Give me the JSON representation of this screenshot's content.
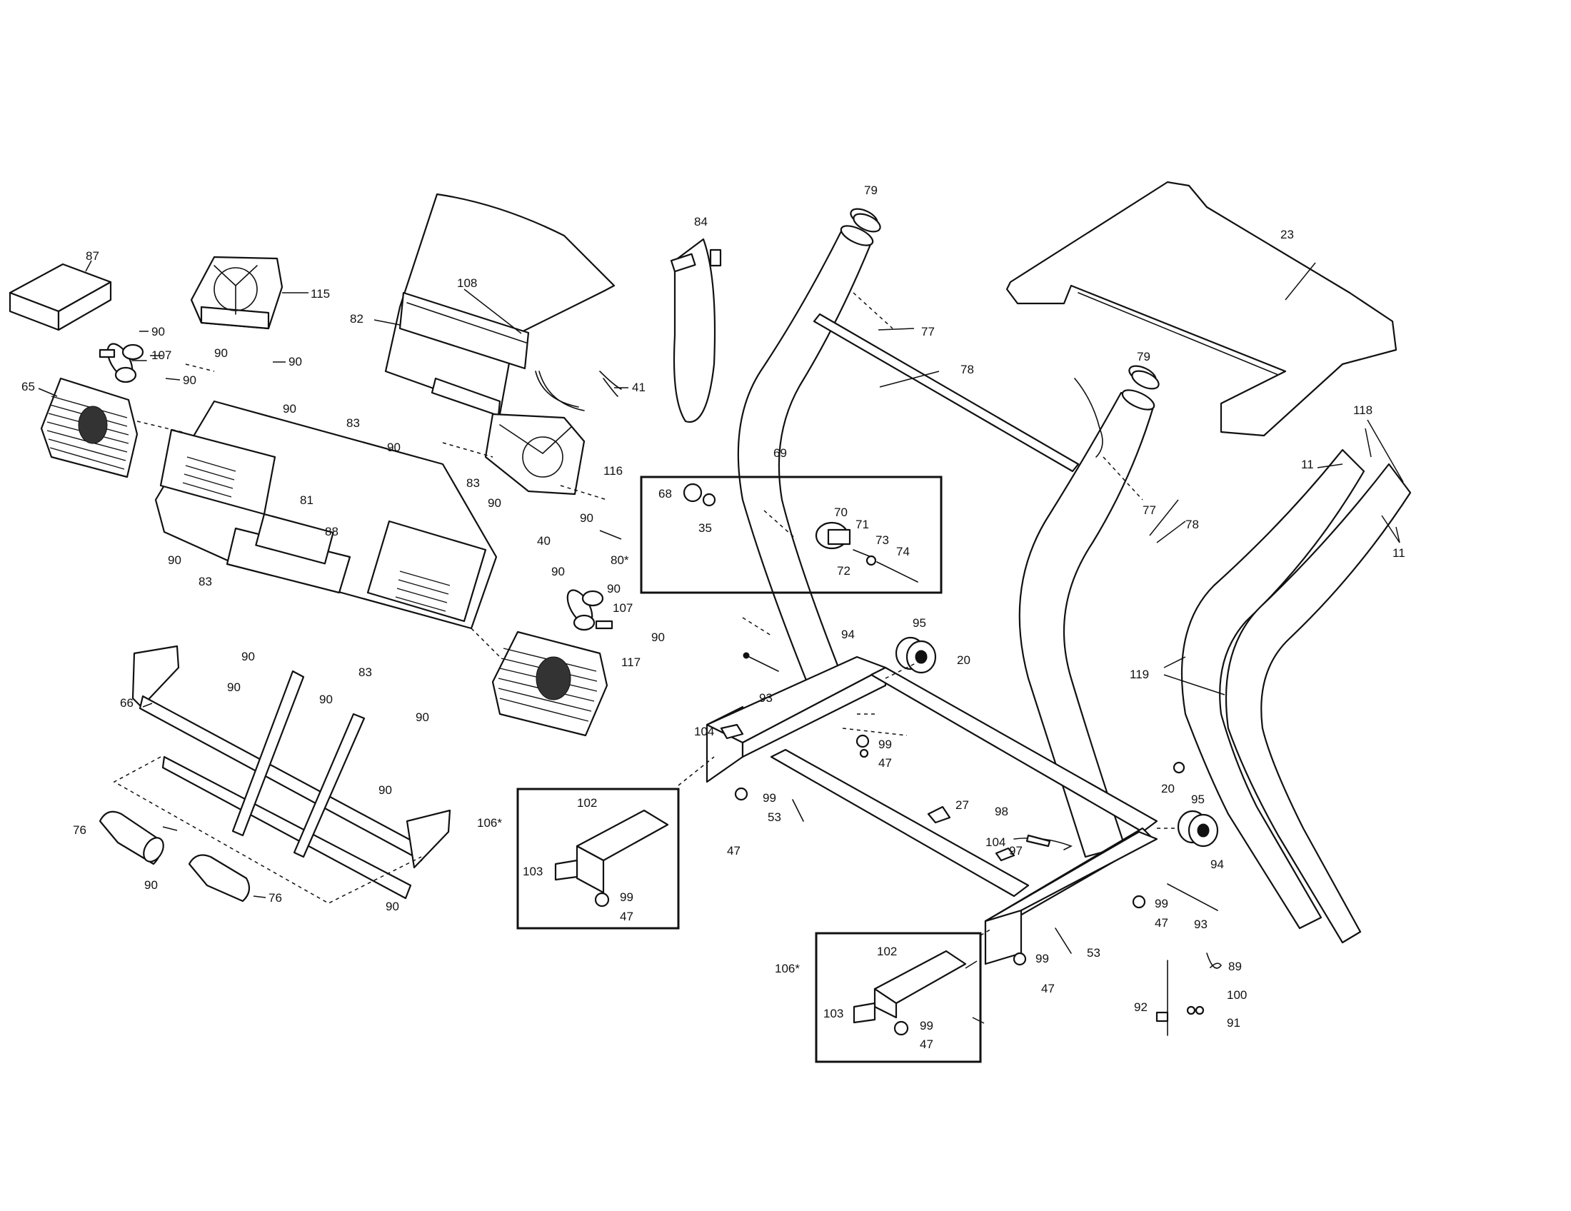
{
  "callouts": [
    {
      "id": "c87",
      "text": "87"
    },
    {
      "id": "c115",
      "text": "115"
    },
    {
      "id": "c90a",
      "text": "90"
    },
    {
      "id": "c107a",
      "text": "107"
    },
    {
      "id": "c90b",
      "text": "90"
    },
    {
      "id": "c90c",
      "text": "90"
    },
    {
      "id": "c90d",
      "text": "90"
    },
    {
      "id": "c65",
      "text": "65"
    },
    {
      "id": "c90e",
      "text": "90"
    },
    {
      "id": "c108",
      "text": "108"
    },
    {
      "id": "c82",
      "text": "82"
    },
    {
      "id": "c41",
      "text": "41"
    },
    {
      "id": "c83a",
      "text": "83"
    },
    {
      "id": "c90f",
      "text": "90"
    },
    {
      "id": "c81",
      "text": "81"
    },
    {
      "id": "c88",
      "text": "88"
    },
    {
      "id": "c83b",
      "text": "83"
    },
    {
      "id": "c116",
      "text": "116"
    },
    {
      "id": "c90g",
      "text": "90"
    },
    {
      "id": "c90h",
      "text": "90"
    },
    {
      "id": "c40",
      "text": "40"
    },
    {
      "id": "c90i",
      "text": "90"
    },
    {
      "id": "c90j",
      "text": "90"
    },
    {
      "id": "c83c",
      "text": "83"
    },
    {
      "id": "c90k",
      "text": "90"
    },
    {
      "id": "c107b",
      "text": "107"
    },
    {
      "id": "c90l",
      "text": "90"
    },
    {
      "id": "c90m",
      "text": "90"
    },
    {
      "id": "c83d",
      "text": "83"
    },
    {
      "id": "c117",
      "text": "117"
    },
    {
      "id": "c90n",
      "text": "90"
    },
    {
      "id": "c66",
      "text": "66"
    },
    {
      "id": "c90o",
      "text": "90"
    },
    {
      "id": "c90p",
      "text": "90"
    },
    {
      "id": "c90q",
      "text": "90"
    },
    {
      "id": "c76a",
      "text": "76"
    },
    {
      "id": "c90r",
      "text": "90"
    },
    {
      "id": "c76b",
      "text": "76"
    },
    {
      "id": "c90s",
      "text": "90"
    },
    {
      "id": "c84",
      "text": "84"
    },
    {
      "id": "c79a",
      "text": "79"
    },
    {
      "id": "c77a",
      "text": "77"
    },
    {
      "id": "c78a",
      "text": "78"
    },
    {
      "id": "c69",
      "text": "69"
    },
    {
      "id": "c79b",
      "text": "79"
    },
    {
      "id": "c77b",
      "text": "77"
    },
    {
      "id": "c78b",
      "text": "78"
    },
    {
      "id": "c23",
      "text": "23"
    },
    {
      "id": "c118",
      "text": "118"
    },
    {
      "id": "c11a",
      "text": "11"
    },
    {
      "id": "c11b",
      "text": "11"
    },
    {
      "id": "c68",
      "text": "68"
    },
    {
      "id": "c35",
      "text": "35"
    },
    {
      "id": "c70",
      "text": "70"
    },
    {
      "id": "c71",
      "text": "71"
    },
    {
      "id": "c73",
      "text": "73"
    },
    {
      "id": "c74",
      "text": "74"
    },
    {
      "id": "c72",
      "text": "72"
    },
    {
      "id": "c80",
      "text": "80*"
    },
    {
      "id": "c94a",
      "text": "94"
    },
    {
      "id": "c95a",
      "text": "95"
    },
    {
      "id": "c20a",
      "text": "20"
    },
    {
      "id": "c93a",
      "text": "93"
    },
    {
      "id": "c104a",
      "text": "104"
    },
    {
      "id": "c99a",
      "text": "99"
    },
    {
      "id": "c47a",
      "text": "47"
    },
    {
      "id": "c99b",
      "text": "99"
    },
    {
      "id": "c53a",
      "text": "53"
    },
    {
      "id": "c27",
      "text": "27"
    },
    {
      "id": "c47b",
      "text": "47"
    },
    {
      "id": "c106a",
      "text": "106*"
    },
    {
      "id": "c102a",
      "text": "102"
    },
    {
      "id": "c103a",
      "text": "103"
    },
    {
      "id": "c99c",
      "text": "99"
    },
    {
      "id": "c47c",
      "text": "47"
    },
    {
      "id": "c98",
      "text": "98"
    },
    {
      "id": "c104b",
      "text": "104"
    },
    {
      "id": "c97",
      "text": "97"
    },
    {
      "id": "c20b",
      "text": "20"
    },
    {
      "id": "c95b",
      "text": "95"
    },
    {
      "id": "c94b",
      "text": "94"
    },
    {
      "id": "c99d",
      "text": "99"
    },
    {
      "id": "c47d",
      "text": "47"
    },
    {
      "id": "c93b",
      "text": "93"
    },
    {
      "id": "c53b",
      "text": "53"
    },
    {
      "id": "c99e",
      "text": "99"
    },
    {
      "id": "c47e",
      "text": "47"
    },
    {
      "id": "c106b",
      "text": "106*"
    },
    {
      "id": "c102b",
      "text": "102"
    },
    {
      "id": "c103b",
      "text": "103"
    },
    {
      "id": "c99f",
      "text": "99"
    },
    {
      "id": "c47f",
      "text": "47"
    },
    {
      "id": "c119",
      "text": "119"
    },
    {
      "id": "c89",
      "text": "89"
    },
    {
      "id": "c92",
      "text": "92"
    },
    {
      "id": "c100",
      "text": "100"
    },
    {
      "id": "c91",
      "text": "91"
    }
  ]
}
